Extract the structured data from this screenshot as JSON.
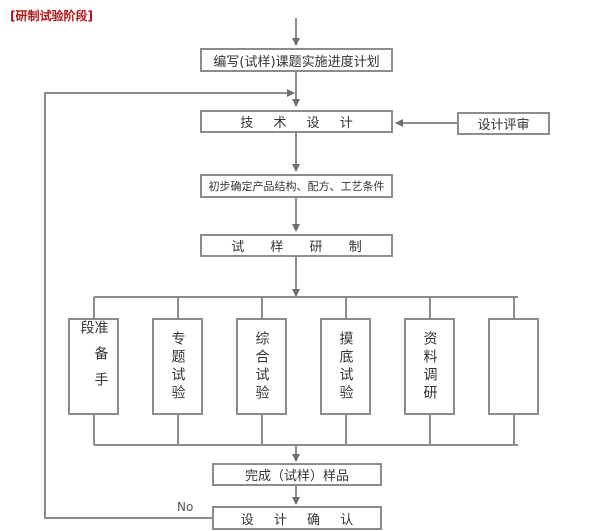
{
  "title": "[研制试验阶段]",
  "steps": {
    "plan": "编写(试样)课题实施进度计划",
    "tech_design": "技 术 设 计",
    "design_review": "设计评审",
    "initial": "初步确定产品结构、配方、工艺条件",
    "trial": "试 样 研 制",
    "complete": "完成（试样）样品",
    "confirm": "设 计 确 认"
  },
  "sub_steps": [
    "准备手段",
    "专题试验",
    "综合试验",
    "摸底试验",
    "资料调研"
  ],
  "feedback_label": "No",
  "colors": {
    "line": "#8c8c8c",
    "arrow": "#6f6f6f",
    "title": "#b01818"
  }
}
